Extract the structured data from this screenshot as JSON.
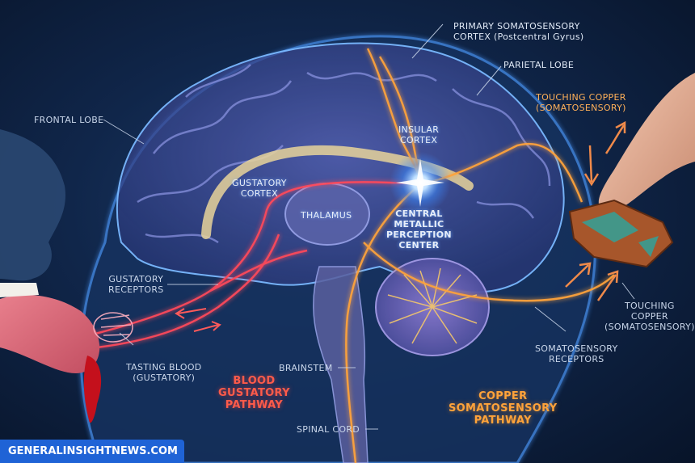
{
  "labels": {
    "frontal_lobe": "FRONTAL LOBE",
    "primary_cortex_1": "PRIMARY SOMATOSENSORY",
    "primary_cortex_2": "CORTEX (Postcentral Gyrus)",
    "parietal_lobe": "PARIETAL LOBE",
    "touching_top_1": "TOUCHING COPPER",
    "touching_top_2": "(SOMATOSENSORY)",
    "insular_1": "INSULAR",
    "insular_2": "CORTEX",
    "gustatory_cortex_1": "GUSTATORY",
    "gustatory_cortex_2": "CORTEX",
    "thalamus": "THALAMUS",
    "central_1": "CENTRAL",
    "central_2": "METALLIC",
    "central_3": "PERCEPTION",
    "central_4": "CENTER",
    "gustatory_receptors_1": "GUSTATORY",
    "gustatory_receptors_2": "RECEPTORS",
    "touching_right_1": "TOUCHING",
    "touching_right_2": "COPPER",
    "touching_right_3": "(SOMATOSENSORY)",
    "somato_receptors_1": "SOMATOSENSORY",
    "somato_receptors_2": "RECEPTORS",
    "tasting_1": "TASTING BLOOD",
    "tasting_2": "(GUSTATORY)",
    "brainstem": "BRAINSTEM",
    "blood_path_1": "BLOOD",
    "blood_path_2": "GUSTATORY",
    "blood_path_3": "PATHWAY",
    "copper_path_1": "COPPER",
    "copper_path_2": "SOMATOSENSORY",
    "copper_path_3": "PATHWAY",
    "spinal_cord": "SPINAL CORD"
  },
  "watermark": "GENERALINSIGHTNEWS.COM",
  "colors": {
    "blood_pathway": "#ff4a5a",
    "copper_pathway": "#ffa33a",
    "brain_glow": "#5fb0ff",
    "watermark_bg": "#1f63d6"
  }
}
